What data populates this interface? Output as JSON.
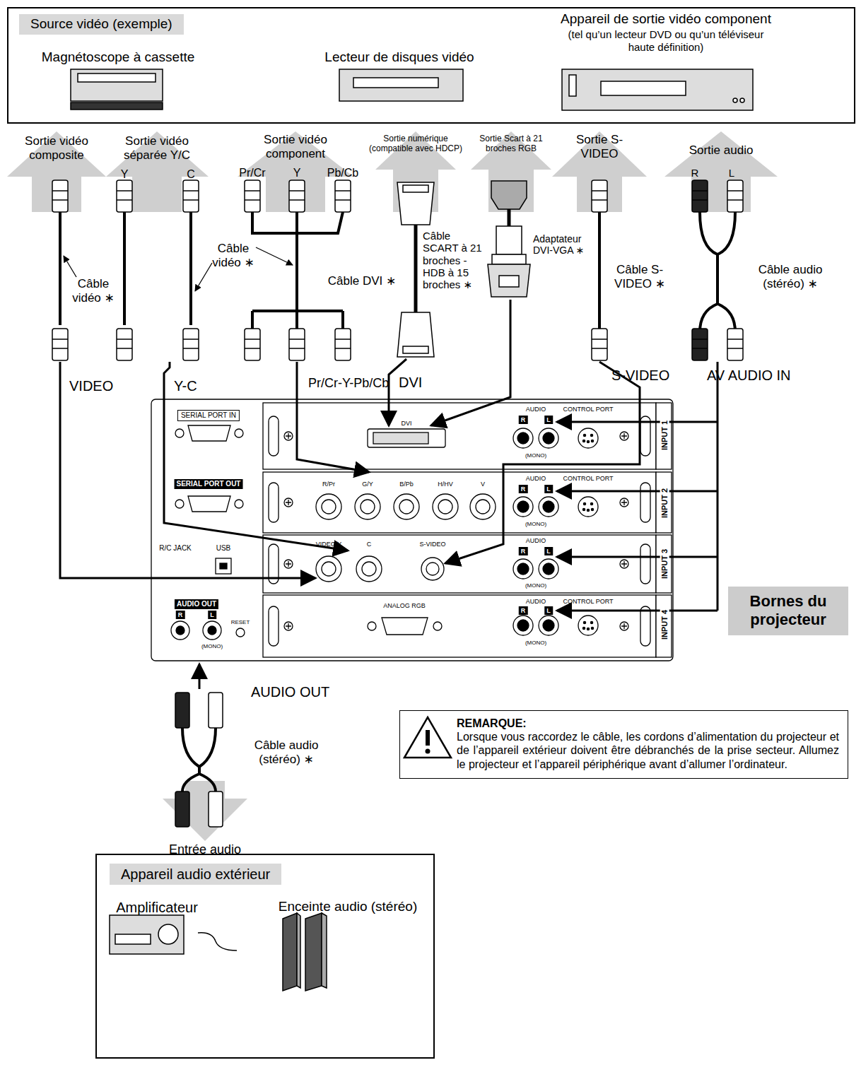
{
  "diagram": {
    "nodes": [
      {
        "text": [
          "Magnétoscope à cassette",
          "Lecteur de disques vidéo",
          "Appareil de sortie vidéo component",
          "(tel qu’un lecteur DVD ou qu’un téléviseur haute définition)"
        ]
      },
      {
        "text": [
          "Source vidéo (exemple)"
        ],
        "in": 0
      },
      {
        "text": [
          "Bornes du projecteur"
        ]
      },
      {
        "text": [
          "REMARQUE:",
          "Lorsque vous raccordez le câble, les cordons d’alimentation du projecteur et de l’appareil extérieur doivent être débranchés de la prise secteur. Allumez le projecteur et l’appareil périphérique avant d’allumer l’ordinateur."
        ]
      },
      {
        "text": [
          "Amplificateur",
          "Enceinte audio (stéréo)"
        ]
      },
      {
        "text": [
          "Appareil audio extérieur"
        ],
        "in": 4
      }
    ],
    "labels": [
      "Sortie vidéo composite",
      "Sortie vidéo séparée Y/C",
      "Y",
      "C",
      "Sortie vidéo component",
      "Pr/Cr",
      "Y",
      "Pb/Cb",
      "Sortie numérique (compatible avec HDCP)",
      "Sortie Scart à 21 broches RGB",
      "Sortie S-VIDEO",
      "Sortie audio",
      "R",
      "L",
      "Câble vidéo ∗",
      "Câble vidéo ∗",
      "Câble DVI ∗",
      "Câble SCART à 21 broches - HDB à 15 broches ∗",
      "Adaptateur DVI-VGA ∗",
      "Câble S-VIDEO ∗",
      "Câble audio (stéréo) ∗",
      "VIDEO",
      "Y-C",
      "Pr/Cr-Y-Pb/Cb",
      "DVI",
      "S-VIDEO",
      "AV AUDIO IN",
      "SERIAL PORT IN",
      "SERIAL PORT OUT",
      "R/C JACK",
      "USB",
      "AUDIO OUT",
      "R",
      "L",
      "(MONO)",
      "RESET",
      "DVI",
      "AUDIO",
      "R",
      "L",
      "(MONO)",
      "CONTROL PORT",
      "INPUT 1",
      "R/Pr",
      "G/Y",
      "B/Pb",
      "H/HV",
      "V",
      "AUDIO",
      "R",
      "L",
      "(MONO)",
      "CONTROL PORT",
      "INPUT 2",
      "VIDEO/Y",
      "C",
      "S-VIDEO",
      "AUDIO",
      "R",
      "L",
      "(MONO)",
      "INPUT 3",
      "ANALOG RGB",
      "AUDIO",
      "R",
      "L",
      "(MONO)",
      "CONTROL PORT",
      "INPUT 4",
      "AUDIO OUT",
      "Câble audio (stéréo) ∗",
      "Entrée audio"
    ]
  }
}
